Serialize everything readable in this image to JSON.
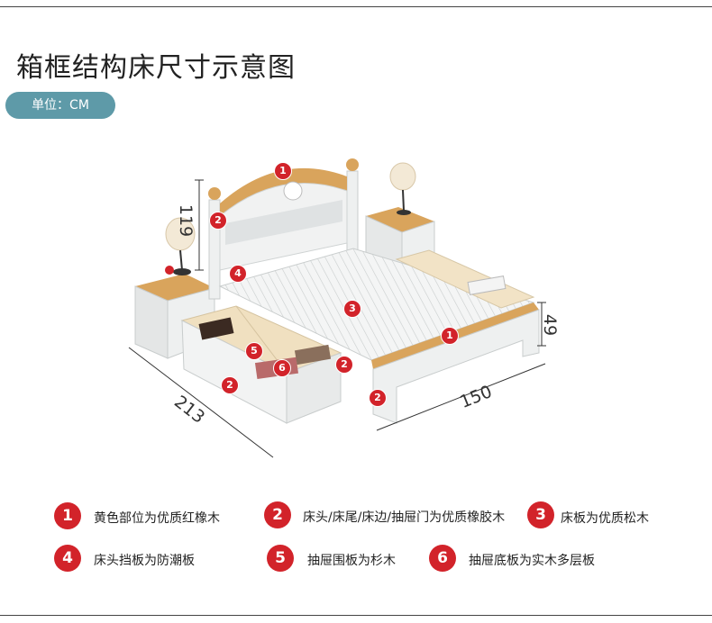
{
  "title": "箱框结构床尺寸示意图",
  "unit_label": "单位：CM",
  "dimensions": {
    "height": "119",
    "footboard_height": "49",
    "width": "150",
    "length": "213"
  },
  "markers": {
    "m1": "1",
    "m2": "2",
    "m3": "3",
    "m4": "4",
    "m5": "5",
    "m6": "6"
  },
  "legend": [
    {
      "num": "1",
      "text": "黄色部位为优质红橡木"
    },
    {
      "num": "2",
      "text": "床头/床尾/床边/抽屉门为优质橡胶木"
    },
    {
      "num": "3",
      "text": "床板为优质松木"
    },
    {
      "num": "4",
      "text": "床头挡板为防潮板"
    },
    {
      "num": "5",
      "text": "抽屉围板为杉木"
    },
    {
      "num": "6",
      "text": "抽屉底板为实木多层板"
    }
  ],
  "colors": {
    "accent_red": "#d2232a",
    "unit_pill": "#5e9aa8",
    "wood": "#d9a45c",
    "bed_white": "#eef0f0"
  }
}
